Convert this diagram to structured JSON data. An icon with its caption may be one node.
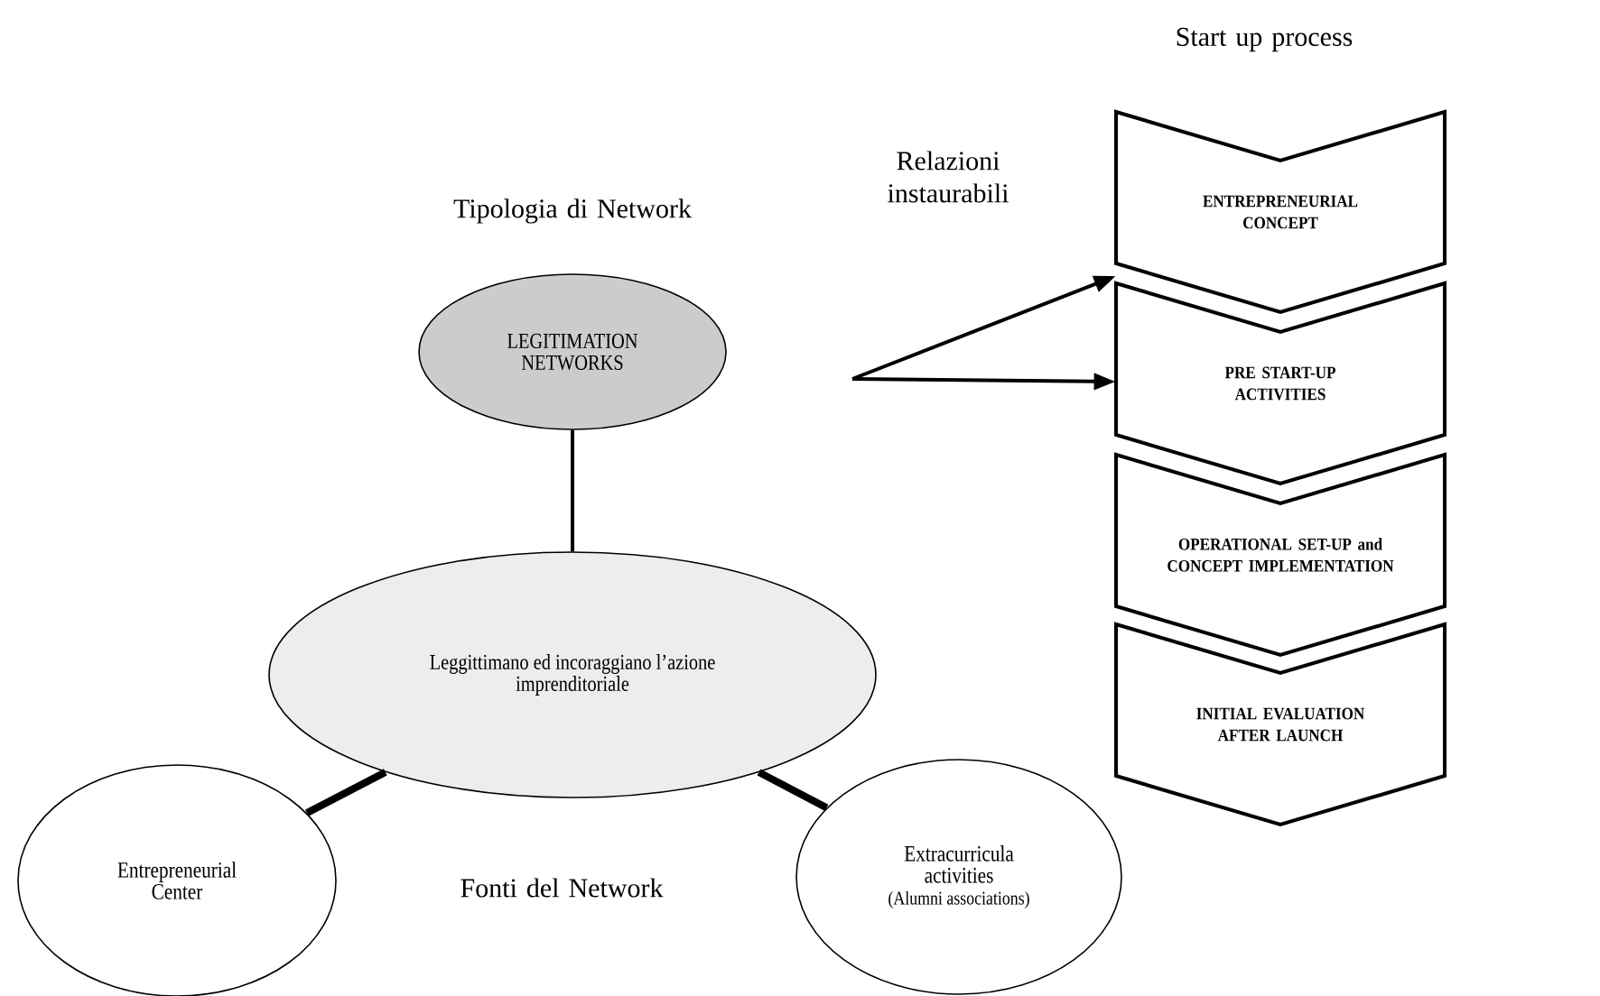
{
  "diagram": {
    "nodes": [
      {
        "text": [
          "LEGITIMATION NETWORKS"
        ]
      },
      {
        "text": [
          "Leggittimano ed incoraggiano l’azione imprenditoriale"
        ]
      },
      {
        "text": [
          "Entrepreneurial Center"
        ]
      },
      {
        "text": [
          "Extracurricula activities",
          "(Alumni associations)"
        ]
      },
      {
        "text": [
          "ENTREPRENEURIAL CONCEPT"
        ]
      },
      {
        "text": [
          "PRE START-UP ACTIVITIES"
        ]
      },
      {
        "text": [
          "OPERATIONAL SET-UP and CONCEPT IMPLEMENTATION"
        ]
      },
      {
        "text": [
          "INITIAL EVALUATION AFTER LAUNCH"
        ]
      }
    ],
    "edges": [
      {
        "from": 0,
        "to": 1,
        "arrow": "none"
      },
      {
        "from": 1,
        "to": 2,
        "arrow": "none",
        "style": "thick"
      },
      {
        "from": 1,
        "to": 3,
        "arrow": "none",
        "style": "thick"
      },
      {
        "from": null,
        "to": 4,
        "arrow": "to"
      },
      {
        "from": null,
        "to": 5,
        "arrow": "to"
      }
    ],
    "labels": [
      "Tipologia di Network",
      "Relazioni instaurabili",
      "Start up process",
      "Fonti del Network"
    ]
  }
}
